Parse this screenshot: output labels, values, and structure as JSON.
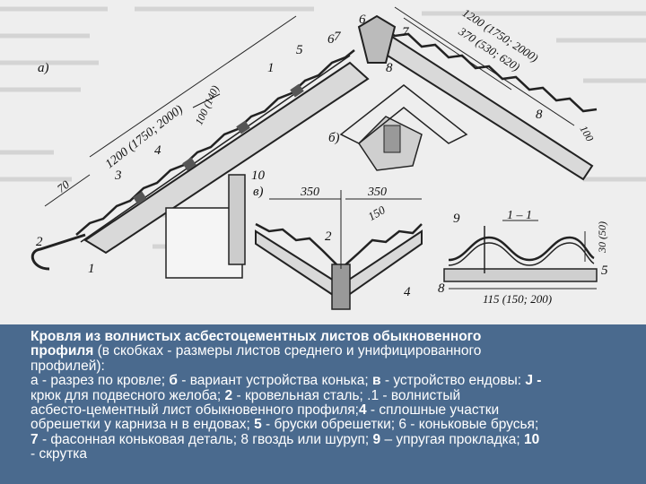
{
  "figure": {
    "part_labels": {
      "a": "а)",
      "b": "б)",
      "v": "в)",
      "section": "1 – 1"
    },
    "dimensions": {
      "a_sheet_len": "1200 (1750; 2000)",
      "a_overlap": "100 (140)",
      "a_eave": "70",
      "b_sheet_len": "1200 (1750; 2000)",
      "b_ridge_part": "370 (530; 620)",
      "b_end": "100",
      "v_left": "350",
      "v_right": "350",
      "v_overlap": "150",
      "s_height": "30 (50)",
      "s_width": "115 (150; 200)"
    },
    "numbers": [
      "1",
      "2",
      "3",
      "4",
      "5",
      "6",
      "7",
      "8",
      "9",
      "10"
    ]
  },
  "caption": {
    "title_bold": "Кровля из волнистых асбестоцементных листов обыкновенного",
    "title_bold2": "профиля",
    "title_rest": "(в скобках - размеры листов среднего и унифицированного",
    "title_rest2": "профилей):",
    "l1a": "а - разрез по кровле;",
    "l1b": "б",
    "l1c": "- вариант устройства конька;",
    "l1d": "в",
    "l1e": "- устройство ендовы:",
    "l1f": "J -",
    "l2a": "крюк для подвесного желоба;",
    "l2b": "2",
    "l2c": "- кровельная сталь; .1 - волнистый",
    "l3a": "асбесто-цементный лист обыкновенного профиля;",
    "l3b": "4",
    "l3c": "- сплошные участки",
    "l4a": "обрешетки у карниза н в ендовах;",
    "l4b": "5",
    "l4c": "- бруски обрешетки; 6 - коньковые брусья;",
    "l5a": "7",
    "l5b": "- фасонная коньковая деталь; 8  гвоздь или шуруп;",
    "l5c": "9",
    "l5d": "– упругая прокладка;",
    "l5e": "10",
    "l6a": "- скрутка"
  }
}
